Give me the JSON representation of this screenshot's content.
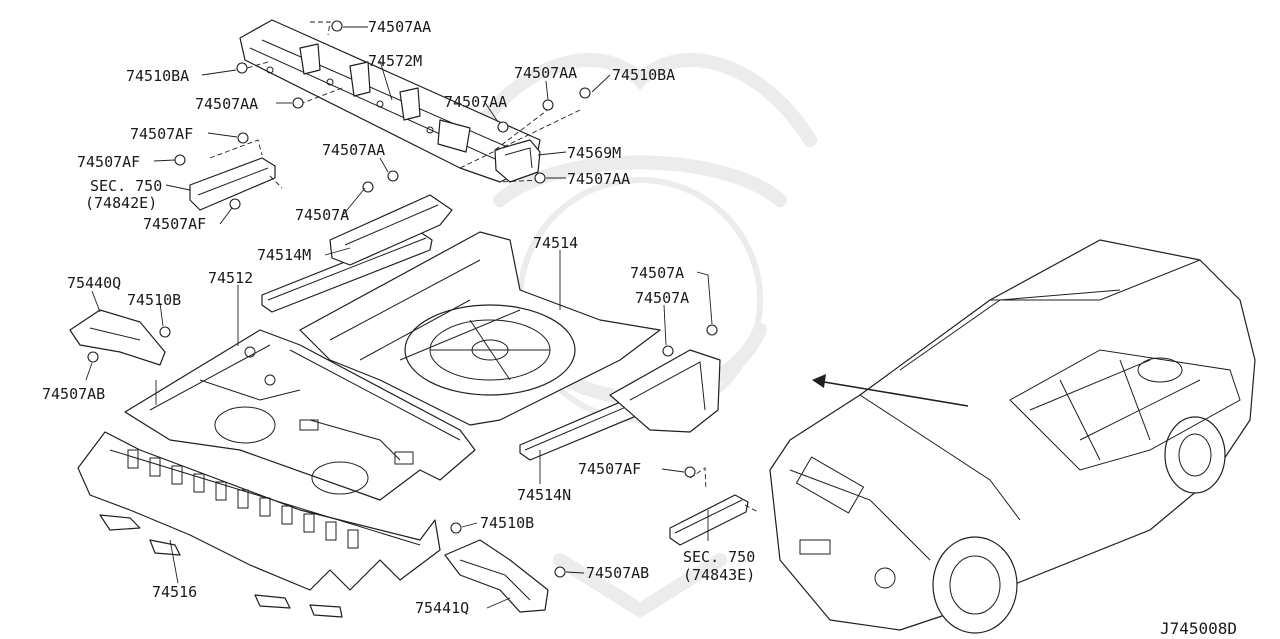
{
  "diagram": {
    "code": "J745008D",
    "callouts": [
      {
        "id": "c1",
        "text": "74507AA"
      },
      {
        "id": "c2",
        "text": "74510BA"
      },
      {
        "id": "c3",
        "text": "74572M"
      },
      {
        "id": "c4",
        "text": "74507AA"
      },
      {
        "id": "c5",
        "text": "74507AA"
      },
      {
        "id": "c6",
        "text": "74507AA"
      },
      {
        "id": "c7",
        "text": "74510BA"
      },
      {
        "id": "c8",
        "text": "74507AF"
      },
      {
        "id": "c9",
        "text": "74507AF"
      },
      {
        "id": "c10",
        "text": "SEC. 750"
      },
      {
        "id": "c11",
        "text": "(74842E)"
      },
      {
        "id": "c12",
        "text": "74507AF"
      },
      {
        "id": "c13",
        "text": "74507AA"
      },
      {
        "id": "c14",
        "text": "74569M"
      },
      {
        "id": "c15",
        "text": "74507AA"
      },
      {
        "id": "c16",
        "text": "74507A"
      },
      {
        "id": "c17",
        "text": "74514M"
      },
      {
        "id": "c18",
        "text": "74514"
      },
      {
        "id": "c19",
        "text": "74507A"
      },
      {
        "id": "c20",
        "text": "74507A"
      },
      {
        "id": "c21",
        "text": "75440Q"
      },
      {
        "id": "c22",
        "text": "74512"
      },
      {
        "id": "c23",
        "text": "74510B"
      },
      {
        "id": "c24",
        "text": "74507AB"
      },
      {
        "id": "c25",
        "text": "74507AF"
      },
      {
        "id": "c26",
        "text": "74514N"
      },
      {
        "id": "c27",
        "text": "74510B"
      },
      {
        "id": "c28",
        "text": "SEC. 750"
      },
      {
        "id": "c29",
        "text": "(74843E)"
      },
      {
        "id": "c30",
        "text": "74516"
      },
      {
        "id": "c31",
        "text": "74507AB"
      },
      {
        "id": "c32",
        "text": "75441Q"
      }
    ]
  }
}
